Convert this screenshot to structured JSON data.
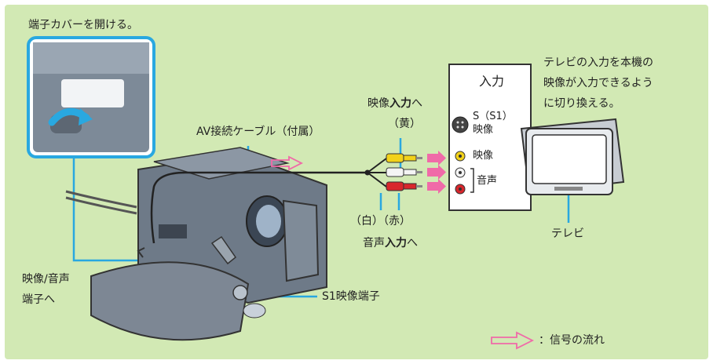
{
  "labels": {
    "open_cover": "端子カバーを開ける。",
    "av_cable": "AV接続ケーブル（付属）",
    "video_input_pre": "映像",
    "video_input_bold": "入力",
    "video_input_post": "へ",
    "yellow": "（黄）",
    "white_red": "（白）（赤）",
    "audio_input_pre": "音声",
    "audio_input_bold": "入力",
    "audio_input_post": "へ",
    "tv_note_line1": "テレビの入力を本機の",
    "tv_note_line2": "映像が入力できるよう",
    "tv_note_line3": "に切り換える。",
    "tv": "テレビ",
    "av_terminal_line1": "映像/音声",
    "av_terminal_line2": "端子へ",
    "s1_terminal": "S1映像端子",
    "signal_flow": "：信号の流れ"
  },
  "input_panel": {
    "title": "入力",
    "s_label_line1": "S（S1）",
    "s_label_line2": "映像",
    "video": "映像",
    "audio": "音声"
  },
  "colors": {
    "background": "#d2e9b4",
    "leader_line": "#29a8e0",
    "signal_arrow": "#f06aa8",
    "plug_yellow": "#f2d21a",
    "plug_white": "#f4f4f4",
    "plug_red": "#d8262c"
  }
}
